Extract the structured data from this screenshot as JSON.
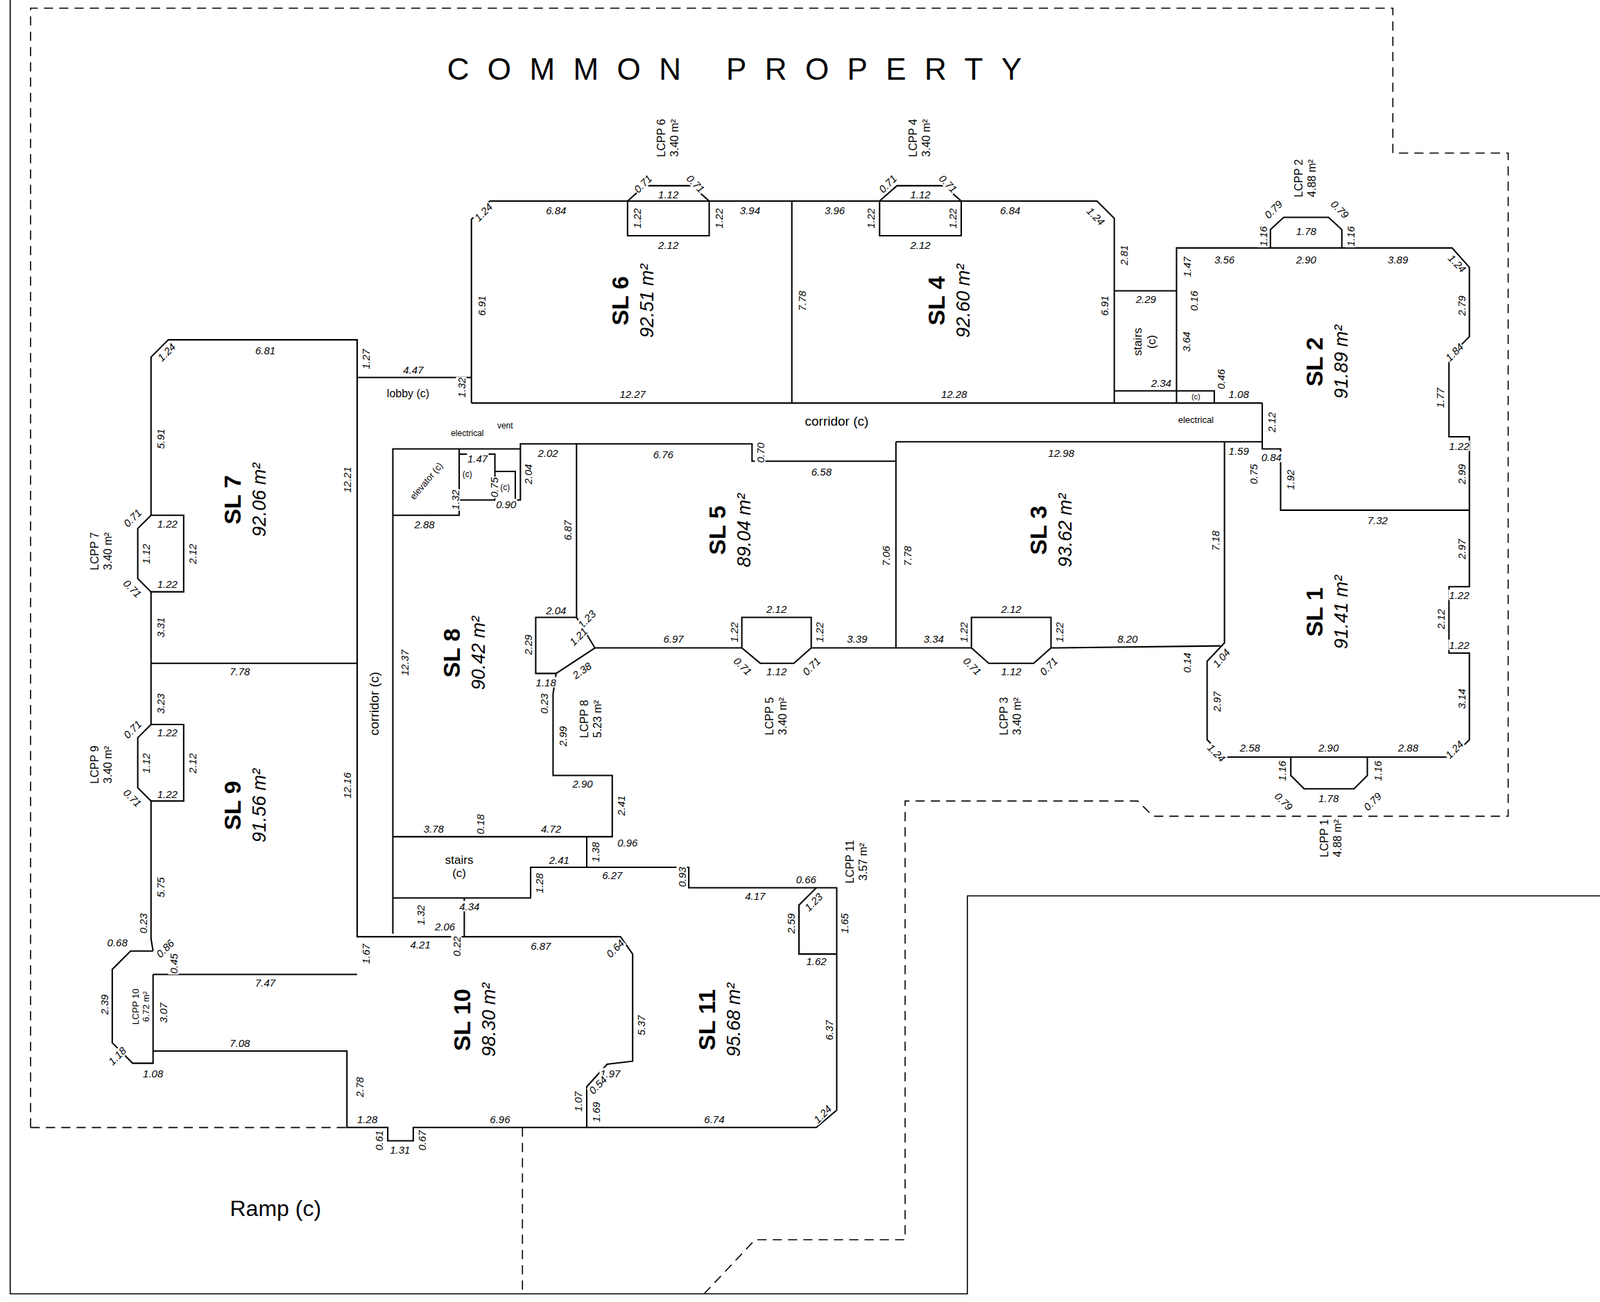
{
  "diagram": {
    "nodes": [
      {
        "text": [
          "SL 6",
          "92.51 m²"
        ]
      },
      {
        "text": [
          "LCPP 6",
          "3.40 m²"
        ]
      },
      {
        "text": [
          "SL 4",
          "92.60 m²"
        ]
      },
      {
        "text": [
          "LCPP 4",
          "3.40 m²"
        ]
      },
      {
        "text": [
          "SL 2",
          "91.89 m²"
        ]
      },
      {
        "text": [
          "LCPP 2",
          "4.88 m²"
        ]
      },
      {
        "text": [
          "lobby (c)"
        ]
      },
      {
        "text": [
          "stairs",
          "(c)"
        ]
      },
      {
        "text": [
          "(c)",
          "electrical"
        ]
      },
      {
        "text": [
          "corridor (c)"
        ]
      },
      {
        "text": [
          "elevator (c)"
        ]
      },
      {
        "text": [
          "vent",
          "(c)"
        ]
      },
      {
        "text": [
          "electrical",
          "(c)"
        ]
      },
      {
        "text": [
          "SL 5",
          "89.04 m²"
        ]
      },
      {
        "text": [
          "LCPP 5",
          "3.40 m²"
        ]
      },
      {
        "text": [
          "SL 3",
          "93.62 m²"
        ]
      },
      {
        "text": [
          "LCPP 3",
          "3.40 m²"
        ]
      },
      {
        "text": [
          "SL 1",
          "91.41 m²"
        ]
      },
      {
        "text": [
          "LCPP 1",
          "4.88 m²"
        ]
      },
      {
        "text": [
          "SL 7",
          "92.06 m²"
        ]
      },
      {
        "text": [
          "LCPP 7",
          "3.40 m²"
        ]
      },
      {
        "text": [
          "corridor (c)"
        ]
      },
      {
        "text": [
          "SL 8",
          "90.42 m²"
        ]
      },
      {
        "text": [
          "LCPP 8",
          "5.23 m²"
        ]
      },
      {
        "text": [
          "SL 9",
          "91.56 m²"
        ]
      },
      {
        "text": [
          "LCPP 9",
          "3.40 m²"
        ]
      },
      {
        "text": [
          "stairs",
          "(c)"
        ]
      },
      {
        "text": [
          "SL 10",
          "98.30 m²"
        ]
      },
      {
        "text": [
          "LCPP 10",
          "6.72 m²"
        ]
      },
      {
        "text": [
          "SL 11",
          "95.68 m²"
        ]
      },
      {
        "text": [
          "LCPP 11",
          "3.57 m²"
        ]
      }
    ],
    "labels": [
      "COMMON PROPERTY",
      "Ramp (c)",
      "1.24",
      "6.84",
      "0.71",
      "1.12",
      "0.71",
      "1.22",
      "1.22",
      "2.12",
      "3.94",
      "6.91",
      "1.32",
      "12.27",
      "7.78",
      "3.96",
      "0.71",
      "1.12",
      "0.71",
      "1.22",
      "1.22",
      "2.12",
      "6.84",
      "1.24",
      "6.91",
      "12.28",
      "2.81",
      "2.29",
      "3.64",
      "2.34",
      "0.46",
      "1.08",
      "1.47",
      "0.16",
      "3.56",
      "0.79",
      "1.16",
      "1.78",
      "2.90",
      "0.79",
      "1.16",
      "3.89",
      "1.24",
      "2.79",
      "1.84",
      "1.77",
      "1.22",
      "2.99",
      "2.12",
      "1.59",
      "0.84",
      "0.75",
      "1.92",
      "7.32",
      "7.18",
      "2.97",
      "1.22",
      "2.12",
      "1.22",
      "3.14",
      "1.24",
      "2.88",
      "1.16",
      "0.79",
      "1.78",
      "2.90",
      "1.16",
      "0.79",
      "2.58",
      "1.24",
      "2.97",
      "1.04",
      "0.14",
      "12.98",
      "7.06",
      "7.78",
      "3.34",
      "1.22",
      "2.12",
      "1.22",
      "1.12",
      "0.71",
      "0.71",
      "8.20",
      "6.76",
      "0.70",
      "6.58",
      "6.87",
      "6.97",
      "1.22",
      "2.12",
      "1.22",
      "1.12",
      "0.71",
      "0.71",
      "3.39",
      "2.88",
      "1.32",
      "1.47",
      "0.75",
      "0.90",
      "2.04",
      "2.02",
      "12.37",
      "2.04",
      "1.23",
      "1.21",
      "2.29",
      "1.18",
      "2.38",
      "0.23",
      "2.99",
      "2.90",
      "2.41",
      "0.96",
      "4.72",
      "0.18",
      "3.78",
      "1.38",
      "2.41",
      "1.28",
      "4.34",
      "1.32",
      "2.06",
      "4.21",
      "1.24",
      "6.81",
      "1.27",
      "4.47",
      "5.91",
      "0.71",
      "1.22",
      "1.12",
      "2.12",
      "1.22",
      "0.71",
      "3.31",
      "12.21",
      "7.78",
      "3.23",
      "0.71",
      "1.22",
      "1.12",
      "2.12",
      "1.22",
      "0.71",
      "5.75",
      "12.16",
      "0.23",
      "0.68",
      "0.86",
      "0.45",
      "7.47",
      "1.67",
      "3.07",
      "2.39",
      "1.18",
      "7.08",
      "1.08",
      "0.22",
      "6.87",
      "0.64",
      "5.37",
      "1.97",
      "0.54",
      "1.07",
      "1.69",
      "6.96",
      "2.78",
      "1.28",
      "0.61",
      "1.31",
      "0.67",
      "6.27",
      "0.93",
      "4.17",
      "0.66",
      "1.23",
      "2.59",
      "1.62",
      "1.65",
      "6.37",
      "1.24",
      "6.74"
    ]
  }
}
